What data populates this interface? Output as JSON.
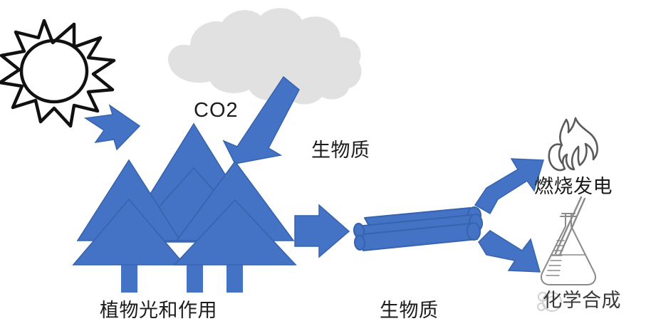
{
  "diagram": {
    "title": "biomass-carbon-cycle-diagram",
    "colors": {
      "biomass_blue": "#4472C4",
      "biomass_blue_dark": "#3763AE",
      "cloud_gray": "#E1E1E1",
      "outline_black": "#111111",
      "text_black": "#1B1B1B",
      "flask_gray": "#8A8A8A",
      "background": "#FFFFFF"
    },
    "labels": {
      "co2": "CO2",
      "biomass_upper": "生物质",
      "photosynthesis": "植物光和作用",
      "biomass_lower": "生物质",
      "combustion_power": "燃烧发电",
      "chemical_synthesis": "化学合成"
    },
    "icons": [
      {
        "name": "sun-icon",
        "description": "sun starburst outline"
      },
      {
        "name": "cloud-icon",
        "description": "gray CO2 cloud"
      },
      {
        "name": "tree-icon",
        "description": "blue conifer tree",
        "count": 3
      },
      {
        "name": "logs-icon",
        "description": "bundle of blue logs"
      },
      {
        "name": "flame-icon",
        "description": "fire flame outline"
      },
      {
        "name": "flask-icon",
        "description": "erlenmeyer flask with stirring rod"
      },
      {
        "name": "watermark-icon",
        "description": "faint circular watermark stamp"
      }
    ],
    "arrows": [
      {
        "name": "arrow-sunlight-to-trees",
        "direction": "down-right"
      },
      {
        "name": "arrow-co2-to-trees",
        "direction": "down-left"
      },
      {
        "name": "arrow-trees-to-logs",
        "direction": "right"
      },
      {
        "name": "arrow-logs-to-combustion",
        "direction": "up-right"
      },
      {
        "name": "arrow-logs-to-chemistry",
        "direction": "down-right"
      }
    ]
  }
}
